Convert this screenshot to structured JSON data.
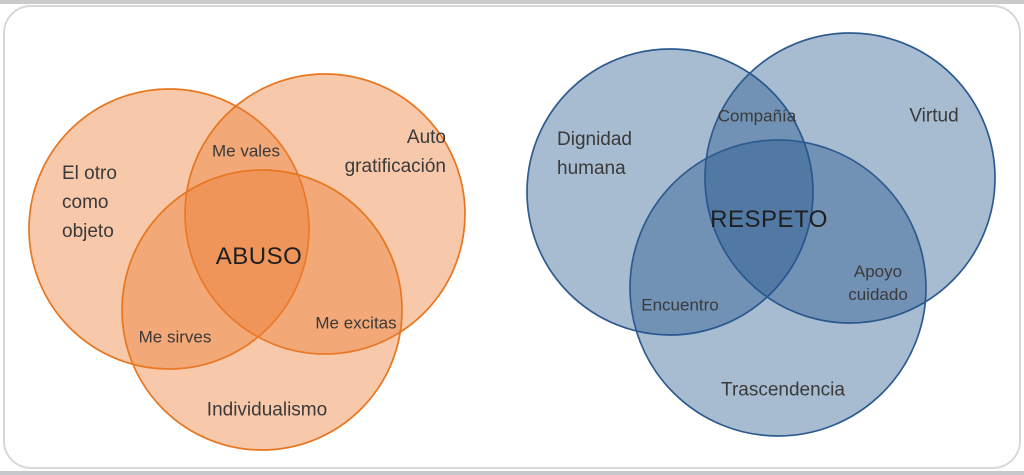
{
  "page": {
    "top_edge_color": "#cacaca",
    "bottom_edge_color": "#c6c8ca",
    "card_border_color": "#d8d8d8",
    "card_background": "#ffffff"
  },
  "diagrams": [
    {
      "name": "abuso-venn",
      "type": "venn-3",
      "center_label": "ABUSO",
      "style": {
        "fill": "rgba(237,125,49,0.42)",
        "stroke": "#e8761f",
        "base_color": "#ed7d31"
      },
      "circles": [
        {
          "id": "el-otro-como-objeto",
          "label": "El otro\ncomo\nobjeto"
        },
        {
          "id": "auto-gratificacion",
          "label": "Auto\ngratificación"
        },
        {
          "id": "individualismo",
          "label": "Individualismo"
        }
      ],
      "overlaps": [
        {
          "id": "me-vales",
          "label": "Me vales"
        },
        {
          "id": "me-sirves",
          "label": "Me sirves"
        },
        {
          "id": "me-excitas",
          "label": "Me excitas"
        }
      ]
    },
    {
      "name": "respeto-venn",
      "type": "venn-3",
      "center_label": "RESPETO",
      "style": {
        "fill": "rgba(36,85,140,0.40)",
        "stroke": "#2e5b8f",
        "base_color": "#24558c"
      },
      "circles": [
        {
          "id": "dignidad-humana",
          "label": "Dignidad\nhumana"
        },
        {
          "id": "virtud",
          "label": "Virtud"
        },
        {
          "id": "trascendencia",
          "label": "Trascendencia"
        }
      ],
      "overlaps": [
        {
          "id": "compania",
          "label": "Compañía"
        },
        {
          "id": "encuentro",
          "label": "Encuentro"
        },
        {
          "id": "apoyo-cuidado",
          "label": "Apoyo\ncuidado"
        }
      ]
    }
  ]
}
